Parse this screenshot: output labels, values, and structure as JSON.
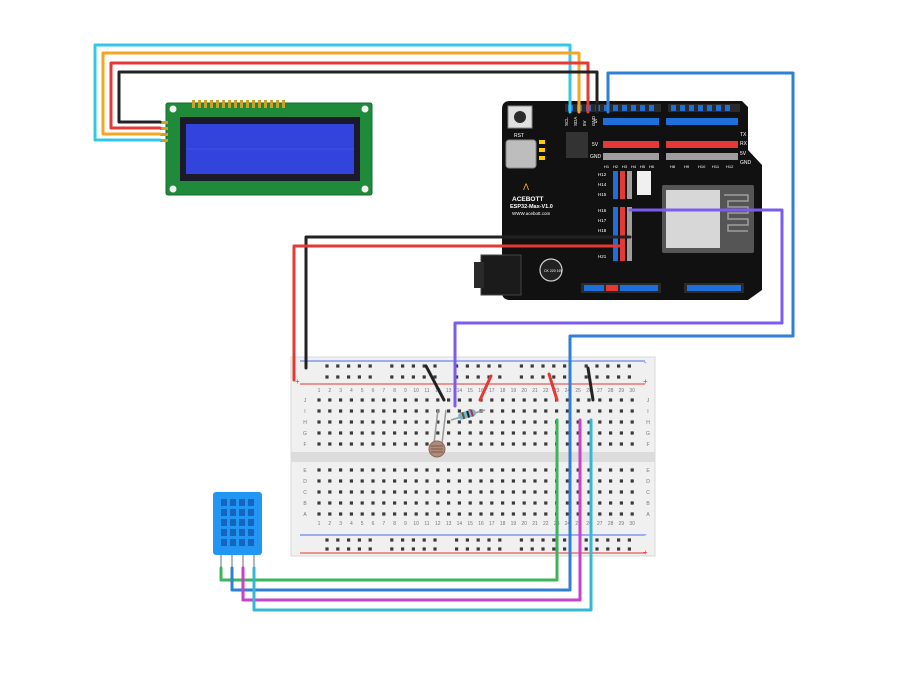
{
  "board": {
    "brand": "ACEBOTT",
    "model": "ESP32-Max-V1.0",
    "url": "WWW.acebott.com",
    "rst_label": "RST",
    "header_labels_top": [
      "SCL",
      "SDA",
      "5V",
      "GND"
    ],
    "row_labels": [
      "S",
      "5V",
      "GND"
    ],
    "uart_labels": [
      "TX",
      "RX",
      "5V",
      "GND"
    ],
    "io_left_labels": [
      "H12",
      "H14",
      "H15",
      "H16",
      "H17",
      "H18",
      "H21"
    ],
    "bottom_row_labels": [
      "H1",
      "H2",
      "H3",
      "H4",
      "H5",
      "H6"
    ],
    "bottom_row_labels_right": [
      "H8",
      "H9",
      "H10",
      "H11",
      "H12"
    ],
    "capacitor_label": "CK 220 16V",
    "colors": {
      "pcb": "#111111",
      "pin_red": "#e53935",
      "pin_blue": "#1e6fd9",
      "pin_gray": "#9e9e9e"
    }
  },
  "lcd": {
    "colors": {
      "pcb": "#1f8a3a",
      "screen": "#3344dd",
      "frame": "#1a1a2a"
    }
  },
  "breadboard": {
    "column_numbers": [
      "1",
      "2",
      "3",
      "4",
      "5",
      "6",
      "7",
      "8",
      "9",
      "10",
      "11",
      "12",
      "13",
      "14",
      "15",
      "16",
      "17",
      "18",
      "19",
      "20",
      "21",
      "22",
      "23",
      "24",
      "25",
      "26",
      "27",
      "28",
      "29",
      "30"
    ],
    "row_letters_top": [
      "J",
      "I",
      "H",
      "G",
      "F"
    ],
    "row_letters_bottom": [
      "E",
      "D",
      "C",
      "B",
      "A"
    ],
    "rail_plus": "+",
    "rail_minus": "-"
  },
  "sensor": {
    "name": "dht11-sensor",
    "colors": {
      "body": "#2196f3",
      "grid": "#1565c0"
    }
  },
  "wire_colors": {
    "cyan": "#33c8e8",
    "orange": "#f5a623",
    "red": "#e53935",
    "black": "#222222",
    "blue": "#2f7fd6",
    "purple": "#7a5cf0",
    "green": "#3cb55a",
    "magenta": "#c940c9",
    "teal": "#35b8d6"
  }
}
